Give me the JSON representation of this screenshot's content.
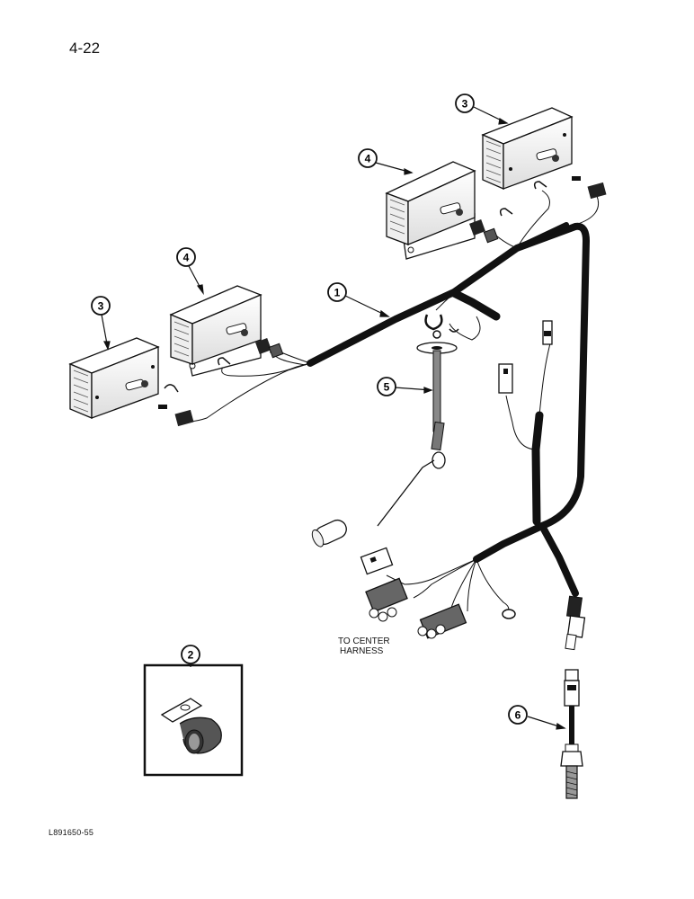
{
  "page": {
    "number": "4-22",
    "drawing_code": "L891650-55"
  },
  "note": {
    "line1": "TO CENTER",
    "line2": "HARNESS"
  },
  "callouts": [
    {
      "id": "callout-1",
      "label": "1"
    },
    {
      "id": "callout-2",
      "label": "2"
    },
    {
      "id": "callout-3-left",
      "label": "3"
    },
    {
      "id": "callout-3-right",
      "label": "3"
    },
    {
      "id": "callout-4-left",
      "label": "4"
    },
    {
      "id": "callout-4-right",
      "label": "4"
    },
    {
      "id": "callout-5",
      "label": "5"
    },
    {
      "id": "callout-6",
      "label": "6"
    }
  ]
}
